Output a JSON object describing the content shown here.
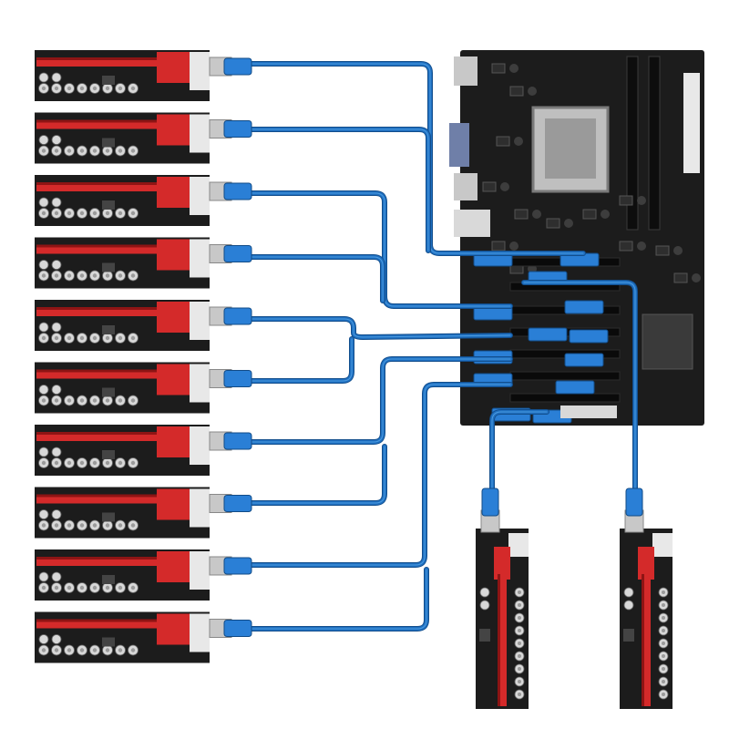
{
  "scene": {
    "description_items": [
      "motherboard",
      "pcie-riser-cards",
      "usb-cables"
    ],
    "colors": {
      "background": "#ffffff",
      "cable": "#1f6fc0",
      "cable_highlight": "#4a9be0",
      "connector": "#2a7fd6",
      "pcb": "#1c1c1c",
      "pcb_dark": "#101010",
      "slot_red": "#d42a2a",
      "slot_red_dark": "#8e1414",
      "capacitor": "#d8d8d8",
      "capacitor_top": "#9a9a9a",
      "cpu_socket": "#bfbfbf",
      "metal": "#c8c8c8"
    },
    "riser_count_left": 10,
    "riser_count_bottom": 2,
    "motherboard_pcie_slots": 12
  }
}
